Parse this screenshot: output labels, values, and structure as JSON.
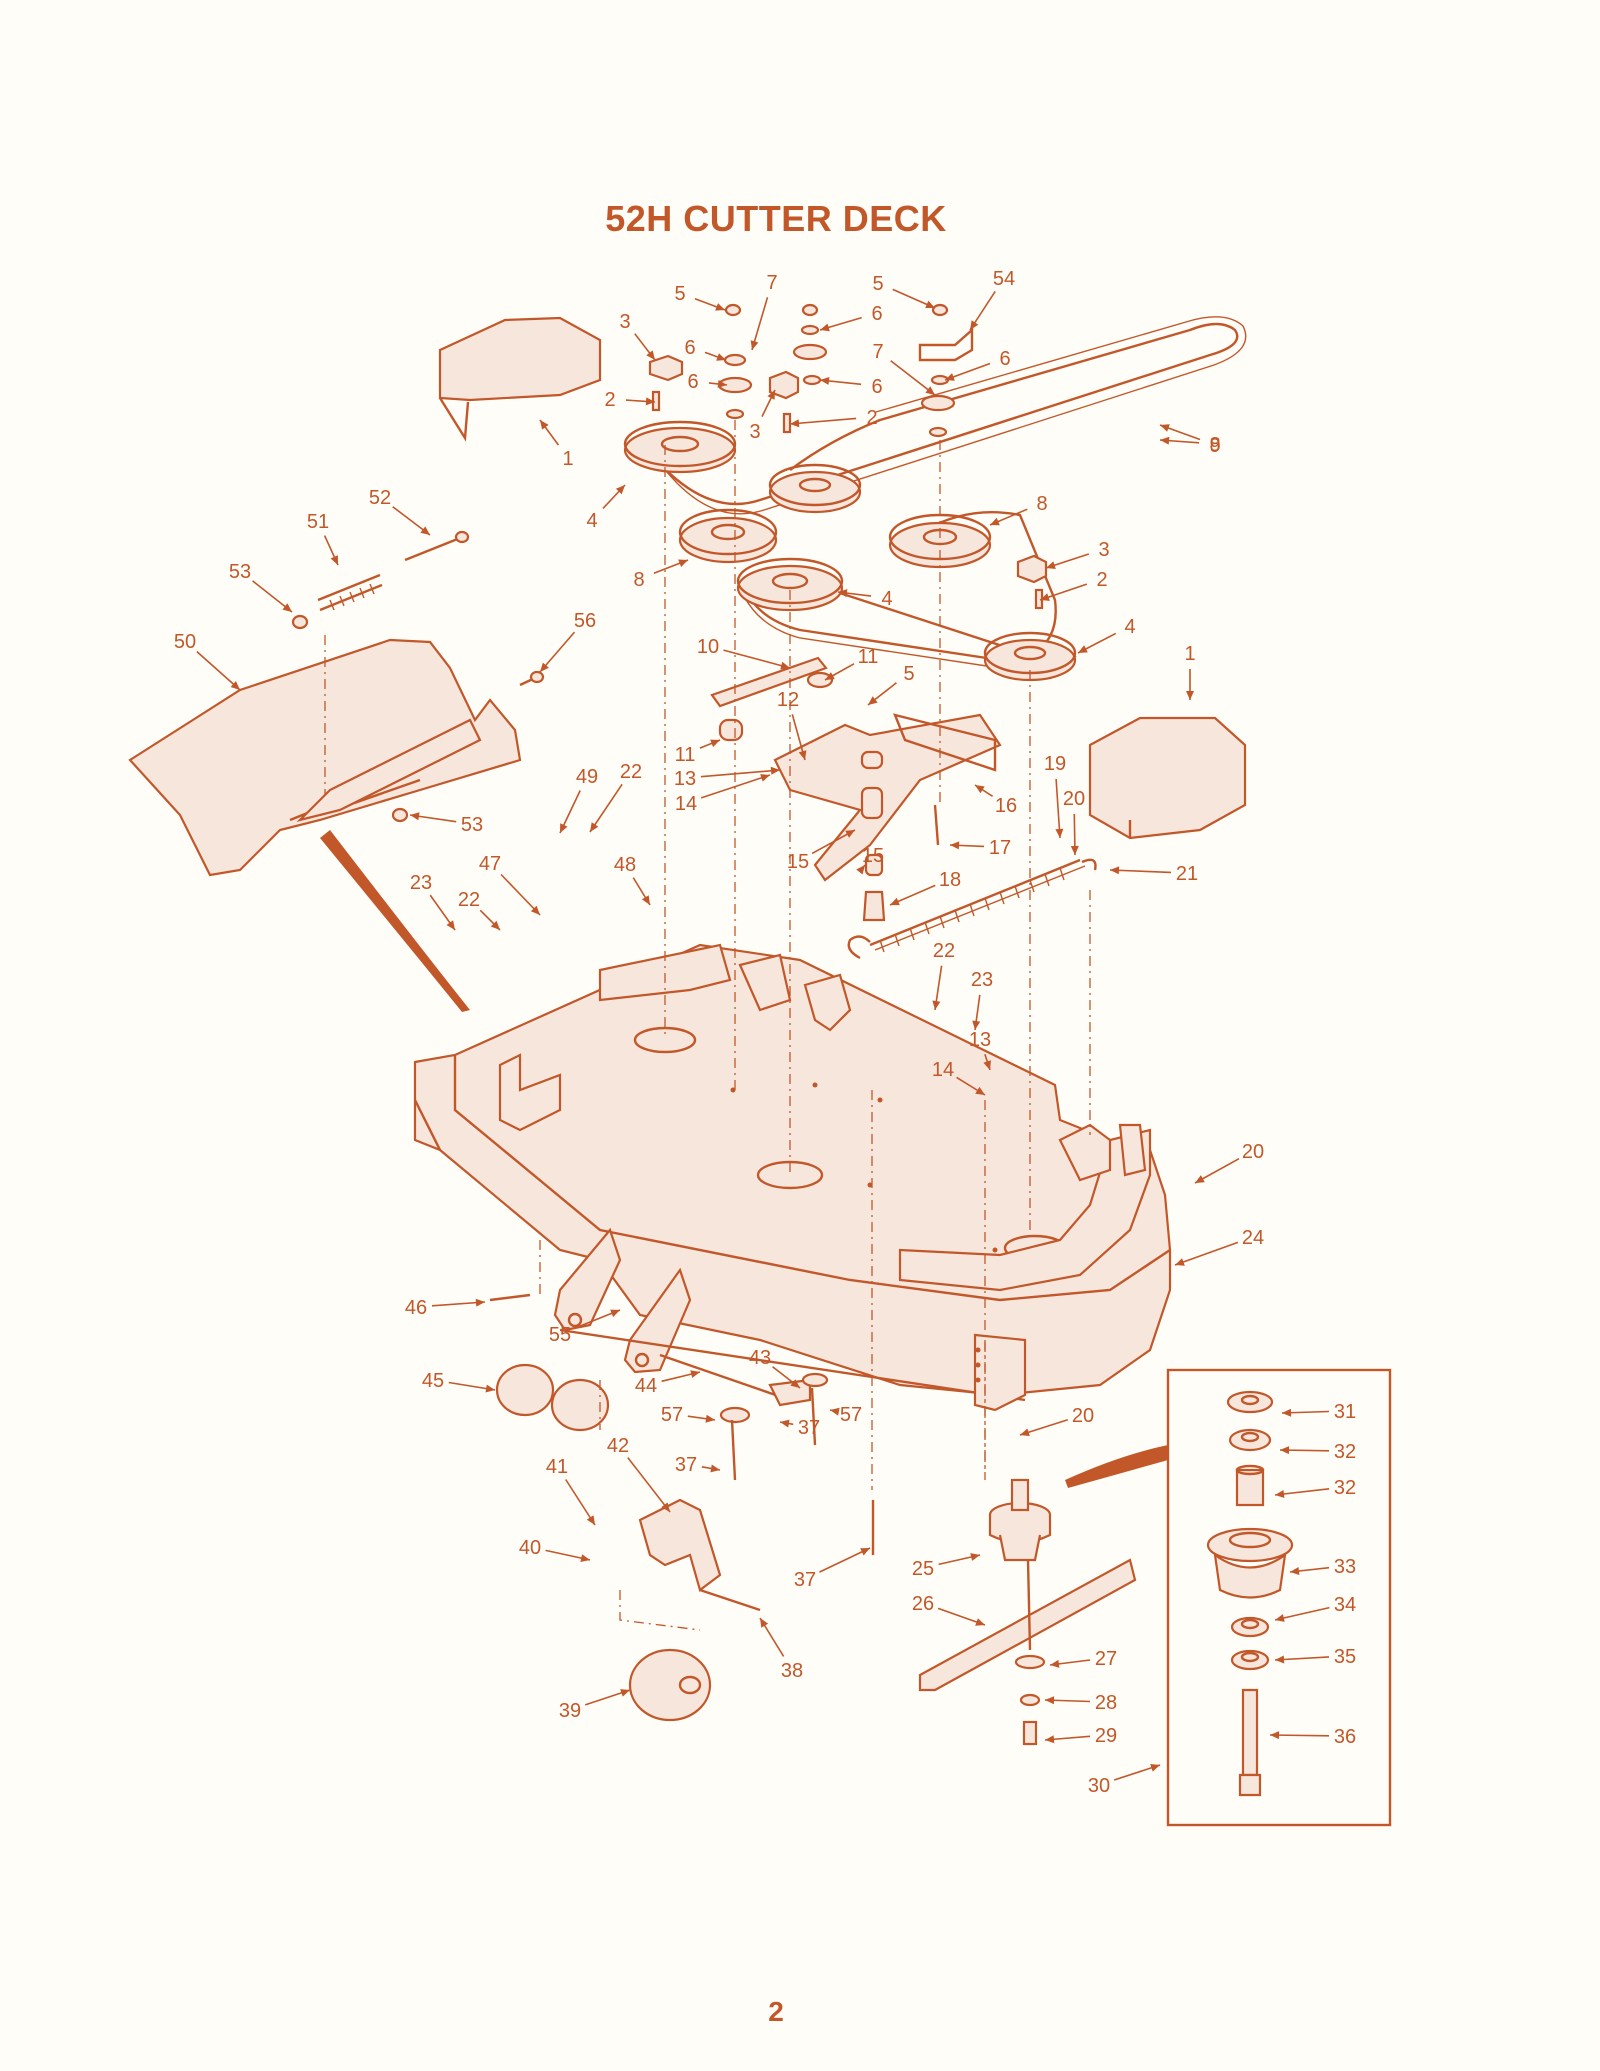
{
  "page": {
    "title": "52H CUTTER DECK",
    "page_number": "2",
    "accent_color": "#c2582a"
  },
  "callouts": [
    {
      "label": "1"
    },
    {
      "label": "1"
    },
    {
      "label": "2"
    },
    {
      "label": "2"
    },
    {
      "label": "2"
    },
    {
      "label": "3"
    },
    {
      "label": "3"
    },
    {
      "label": "3"
    },
    {
      "label": "4"
    },
    {
      "label": "4"
    },
    {
      "label": "4"
    },
    {
      "label": "5"
    },
    {
      "label": "5"
    },
    {
      "label": "5"
    },
    {
      "label": "6"
    },
    {
      "label": "6"
    },
    {
      "label": "6"
    },
    {
      "label": "6"
    },
    {
      "label": "6"
    },
    {
      "label": "7"
    },
    {
      "label": "7"
    },
    {
      "label": "8"
    },
    {
      "label": "8"
    },
    {
      "label": "8"
    },
    {
      "label": "9"
    },
    {
      "label": "10"
    },
    {
      "label": "11"
    },
    {
      "label": "11"
    },
    {
      "label": "12"
    },
    {
      "label": "13"
    },
    {
      "label": "13"
    },
    {
      "label": "14"
    },
    {
      "label": "14"
    },
    {
      "label": "15"
    },
    {
      "label": "15"
    },
    {
      "label": "16"
    },
    {
      "label": "17"
    },
    {
      "label": "18"
    },
    {
      "label": "19"
    },
    {
      "label": "20"
    },
    {
      "label": "20"
    },
    {
      "label": "20"
    },
    {
      "label": "21"
    },
    {
      "label": "22"
    },
    {
      "label": "22"
    },
    {
      "label": "22"
    },
    {
      "label": "23"
    },
    {
      "label": "23"
    },
    {
      "label": "24"
    },
    {
      "label": "25"
    },
    {
      "label": "26"
    },
    {
      "label": "27"
    },
    {
      "label": "28"
    },
    {
      "label": "29"
    },
    {
      "label": "30"
    },
    {
      "label": "31"
    },
    {
      "label": "32"
    },
    {
      "label": "32"
    },
    {
      "label": "33"
    },
    {
      "label": "34"
    },
    {
      "label": "35"
    },
    {
      "label": "36"
    },
    {
      "label": "37"
    },
    {
      "label": "37"
    },
    {
      "label": "37"
    },
    {
      "label": "38"
    },
    {
      "label": "39"
    },
    {
      "label": "40"
    },
    {
      "label": "41"
    },
    {
      "label": "42"
    },
    {
      "label": "43"
    },
    {
      "label": "44"
    },
    {
      "label": "45"
    },
    {
      "label": "46"
    },
    {
      "label": "47"
    },
    {
      "label": "48"
    },
    {
      "label": "49"
    },
    {
      "label": "50"
    },
    {
      "label": "51"
    },
    {
      "label": "52"
    },
    {
      "label": "53"
    },
    {
      "label": "53"
    },
    {
      "label": "54"
    },
    {
      "label": "55"
    },
    {
      "label": "56"
    },
    {
      "label": "57"
    },
    {
      "label": "57"
    }
  ]
}
